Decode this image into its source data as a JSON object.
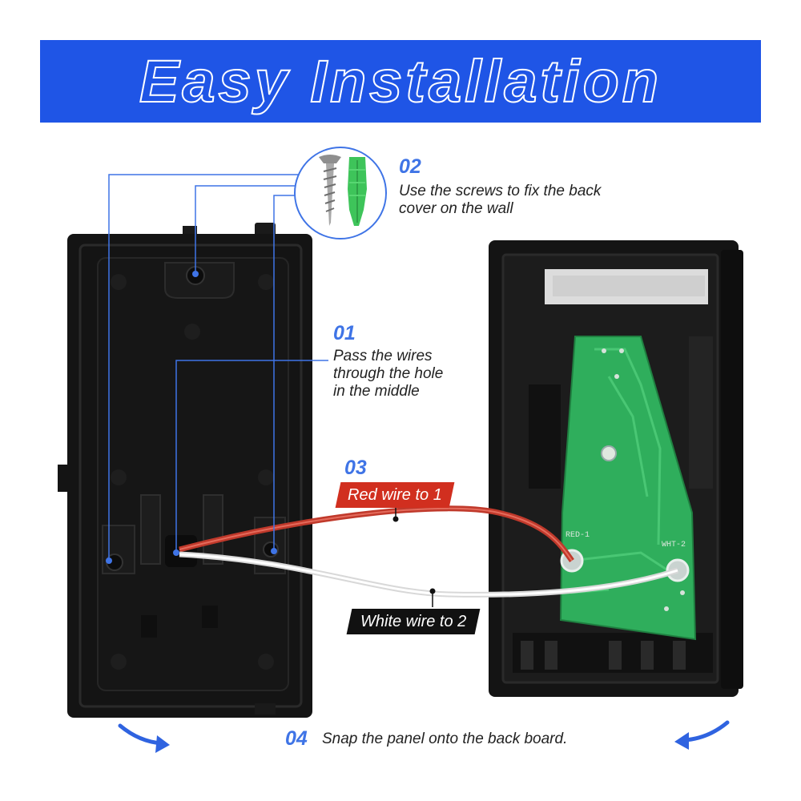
{
  "header": {
    "title": "Easy Installation"
  },
  "steps": {
    "s01": {
      "number": "01",
      "text": [
        "Pass the wires",
        "through the hole",
        "in the middle"
      ]
    },
    "s02": {
      "number": "02",
      "text": [
        "Use the screws to fix the back",
        "cover on the wall"
      ]
    },
    "s03": {
      "number": "03"
    },
    "s04": {
      "number": "04",
      "text": "Snap the panel onto the back board."
    }
  },
  "labels": {
    "red_wire": "Red wire to 1",
    "white_wire": "White wire to 2"
  },
  "pcb": {
    "terminal_1": "RED-1",
    "terminal_2": "WHT-2"
  },
  "colors": {
    "accent": "#1f55e6",
    "red_tag": "#d12f1f",
    "white_tag": "#111111",
    "pcb": "#2fae5c",
    "plug": "#3ec45a"
  },
  "icons": [
    "screw-icon",
    "wall-plug-icon",
    "curved-arrow-right-icon",
    "curved-arrow-left-icon"
  ]
}
